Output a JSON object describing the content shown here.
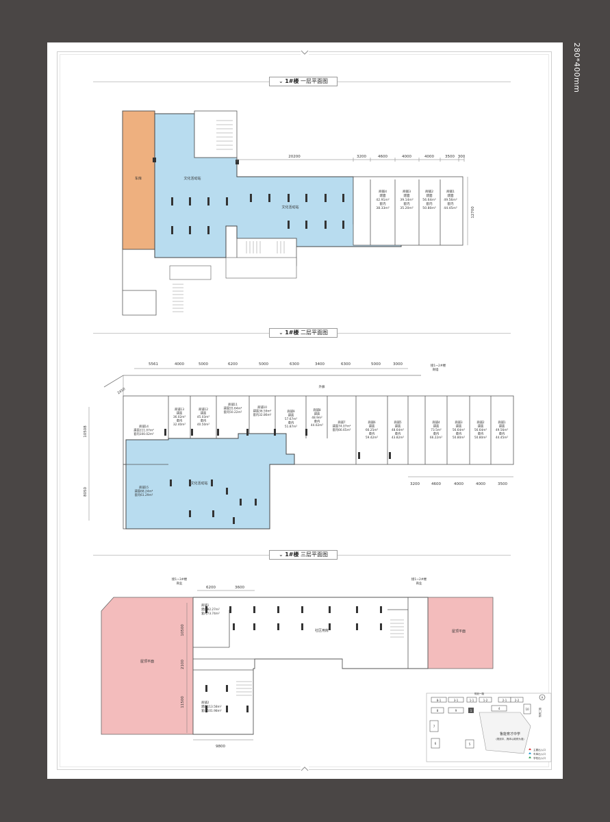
{
  "page": {
    "size_label": "280*400mm"
  },
  "colors": {
    "background": "#4a4645",
    "cultural_blue": "#b8dcef",
    "garage_orange": "#eeb07f",
    "roof_pink": "#f3bcbc",
    "wall": "#333333"
  },
  "floor1": {
    "title_prefix": "1#楼",
    "title_suffix": "一层平面图",
    "garage_label": "车库",
    "cultural_label_a": "文化活动站",
    "cultural_label_b": "文化活动站",
    "dims_top": [
      "20200",
      "3200",
      "4600",
      "4000",
      "4000",
      "3500",
      "300"
    ],
    "dim_side": "12700",
    "shops": [
      {
        "name": "商铺4",
        "l1": "建面",
        "l2": "42.91m²",
        "l3": "套内",
        "l4": "38.33m²"
      },
      {
        "name": "商铺3",
        "l1": "建面",
        "l2": "39.14m²",
        "l3": "套内",
        "l4": "35.20m²"
      },
      {
        "name": "商铺2",
        "l1": "建面",
        "l2": "56.64m²",
        "l3": "套内",
        "l4": "50.80m²"
      },
      {
        "name": "商铺1",
        "l1": "建面",
        "l2": "49.56m²",
        "l3": "套内",
        "l4": "44.45m²"
      }
    ]
  },
  "floor2": {
    "title_prefix": "1#楼",
    "title_suffix": "二层平面图",
    "dims_top": [
      "5561",
      "4000",
      "5000",
      "6200",
      "5000",
      "6300",
      "3400",
      "6300",
      "5000",
      "3000"
    ],
    "dims_bottom": [
      "3200",
      "4600",
      "4000",
      "4000",
      "3500"
    ],
    "dims_side": [
      "10508",
      "8050"
    ],
    "dim_angle": "2450",
    "link_label_a": "接1~2#楼",
    "link_label_b": "商墙",
    "corridor_label": "外廊",
    "cultural_label": "文化活动站",
    "shops": [
      {
        "name": "商铺14",
        "l1": "建面111.07m²",
        "l2": "套内100.02m²"
      },
      {
        "name": "商铺15",
        "l1": "建面68.24m²",
        "l2": "套内61.29m²"
      },
      {
        "name": "商铺13",
        "l1": "建面",
        "l2": "36.02m²",
        "l3": "套内",
        "l4": "32.40m²"
      },
      {
        "name": "商铺12",
        "l1": "建面",
        "l2": "45.03m²",
        "l3": "套内",
        "l4": "40.50m²"
      },
      {
        "name": "商铺11",
        "l1": "建面55.64m²",
        "l2": "套内50.22m²"
      },
      {
        "name": "商铺10",
        "l1": "建面36.59m²",
        "l2": "套内32.86m²"
      },
      {
        "name": "商铺9",
        "l1": "建面",
        "l2": "57.67m²",
        "l3": "套内",
        "l4": "51.87m²"
      },
      {
        "name": "商铺8",
        "l1": "建面",
        "l2": "48.9m²",
        "l3": "套内",
        "l4": "44.02m²"
      },
      {
        "name": "商铺7",
        "l1": "建面74.07m²",
        "l2": "套内66.65m²"
      },
      {
        "name": "商铺6",
        "l1": "建面",
        "l2": "66.25m²",
        "l3": "套内",
        "l4": "59.42m²"
      },
      {
        "name": "商铺5",
        "l1": "建面",
        "l2": "48.64m²",
        "l3": "套内",
        "l4": "43.82m²"
      },
      {
        "name": "商铺4",
        "l1": "建面",
        "l2": "73.5m²",
        "l3": "套内",
        "l4": "66.22m²"
      },
      {
        "name": "商铺3",
        "l1": "建面",
        "l2": "56.64m²",
        "l3": "套内",
        "l4": "50.80m²"
      },
      {
        "name": "商铺2",
        "l1": "建面",
        "l2": "56.64m²",
        "l3": "套内",
        "l4": "50.80m²"
      },
      {
        "name": "商铺1",
        "l1": "建面",
        "l2": "49.56m²",
        "l3": "套内",
        "l4": "44.45m²"
      }
    ]
  },
  "floor3": {
    "title_prefix": "1#楼",
    "title_suffix": "三层平面图",
    "link_left_a": "接1~3#楼",
    "link_left_b": "商业",
    "link_right_a": "接1~2#楼",
    "link_right_b": "商业",
    "dims_top": [
      "6200",
      "3600"
    ],
    "dims_side": [
      "10500",
      "2100",
      "11500"
    ],
    "dim_bottom": "9800",
    "roof_left": "屋顶平面",
    "roof_right": "屋顶平面",
    "community_label": "社区用房",
    "shop1": {
      "name": "商铺1",
      "l1": "建面82.27m²",
      "l2": "套内73.74m²"
    },
    "shop2": {
      "name": "商铺2",
      "l1": "建面113.58m²",
      "l2": "套内101.98m²"
    }
  },
  "keymap": {
    "school_label": "鲁能育才中学",
    "school_note": "(规划中，具体以政府为准)",
    "road_label": "规划一路",
    "road_label_2": "规划二路",
    "building_tags": [
      "8-1",
      "3-1",
      "1-1",
      "1-2",
      "2-1",
      "2-2",
      "8",
      "9",
      "10",
      "7",
      "6",
      "5",
      "4"
    ],
    "legend": [
      "主要出入口",
      "车库出入口",
      "学校出入口"
    ],
    "highlight": "1"
  }
}
